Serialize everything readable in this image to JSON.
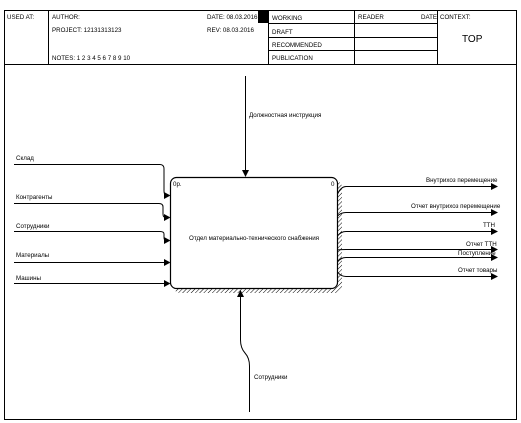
{
  "header": {
    "used_at": "USED AT:",
    "author": "AUTHOR:",
    "project": "PROJECT:  12131313123",
    "notes": "NOTES:  1  2  3  4  5  6  7  8  9  10",
    "date": "DATE:  08.03.2016",
    "rev": "REV:  08.03.2016",
    "status": [
      "WORKING",
      "DRAFT",
      "RECOMMENDED",
      "PUBLICATION"
    ],
    "reader": "READER",
    "reader_date": "DATE",
    "context": "CONTEXT:",
    "context_value": "TOP"
  },
  "activity": {
    "label": "Отдел материально-технического снабжения",
    "number": "0р.",
    "cost": "0"
  },
  "inputs": [
    "Склад",
    "Контрагенты",
    "Сотрудники",
    "Материалы",
    "Машины"
  ],
  "control": "Должностная инструкция",
  "mechanism": "Сотрудники",
  "outputs": [
    "Внутрихоз перемещение",
    "Отчет внутрихоз перемещение",
    "ТТН",
    "Отчет ТТН",
    "Поступление",
    "Отчет товары"
  ]
}
